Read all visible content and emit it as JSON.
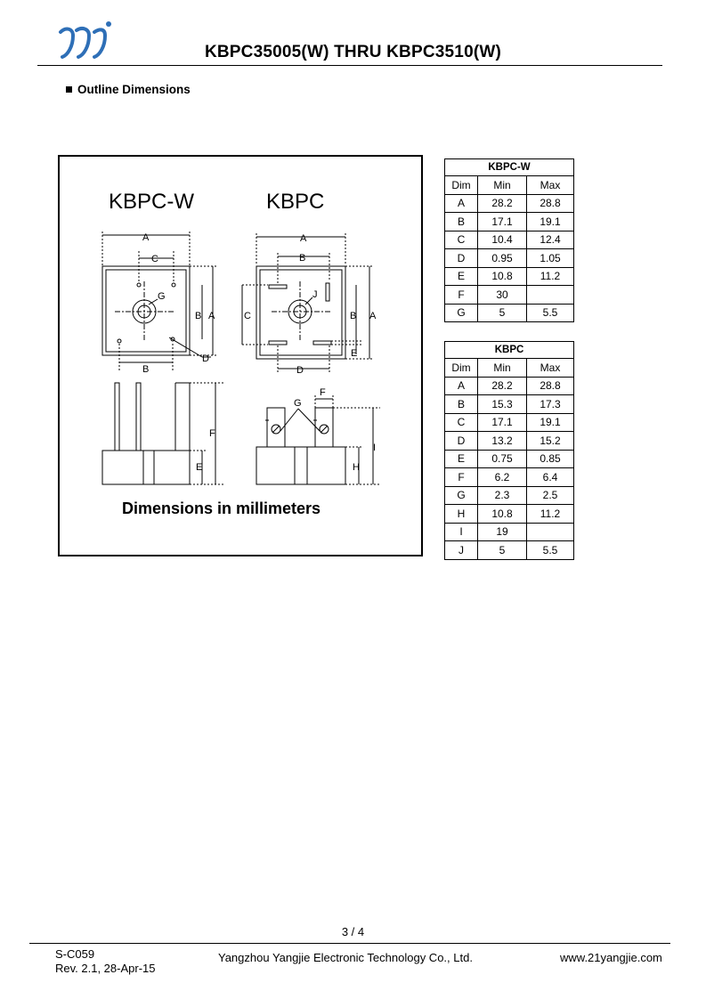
{
  "header": {
    "logo_text": "YJ",
    "title": "KBPC35005(W) THRU KBPC3510(W)"
  },
  "section": {
    "heading": "Outline Dimensions"
  },
  "drawing": {
    "title_left": "KBPC-W",
    "title_right": "KBPC",
    "caption": "Dimensions in millimeters",
    "labels_left": {
      "A": "A",
      "B": "B",
      "C": "C",
      "D": "D",
      "E": "E",
      "F": "F",
      "G": "G"
    },
    "labels_right": {
      "A": "A",
      "B": "B",
      "C": "C",
      "D": "D",
      "E": "E",
      "F": "F",
      "G": "G",
      "H": "H",
      "I": "I",
      "J": "J"
    }
  },
  "tables": {
    "kbpcw": {
      "caption": "KBPC-W",
      "headers": [
        "Dim",
        "Min",
        "Max"
      ],
      "rows": [
        [
          "A",
          "28.2",
          "28.8"
        ],
        [
          "B",
          "17.1",
          "19.1"
        ],
        [
          "C",
          "10.4",
          "12.4"
        ],
        [
          "D",
          "0.95",
          "1.05"
        ],
        [
          "E",
          "10.8",
          "11.2"
        ],
        [
          "F",
          "30",
          ""
        ],
        [
          "G",
          "5",
          "5.5"
        ]
      ]
    },
    "kbpc": {
      "caption": "KBPC",
      "headers": [
        "Dim",
        "Min",
        "Max"
      ],
      "rows": [
        [
          "A",
          "28.2",
          "28.8"
        ],
        [
          "B",
          "15.3",
          "17.3"
        ],
        [
          "C",
          "17.1",
          "19.1"
        ],
        [
          "D",
          "13.2",
          "15.2"
        ],
        [
          "E",
          "0.75",
          "0.85"
        ],
        [
          "F",
          "6.2",
          "6.4"
        ],
        [
          "G",
          "2.3",
          "2.5"
        ],
        [
          "H",
          "10.8",
          "11.2"
        ],
        [
          "I",
          "19",
          ""
        ],
        [
          "J",
          "5",
          "5.5"
        ]
      ]
    }
  },
  "footer": {
    "page_number": "3 / 4",
    "doc_code": "S-C059",
    "revision": "Rev. 2.1, 28-Apr-15",
    "company": "Yangzhou Yangjie Electronic Technology Co., Ltd.",
    "website": "www.21yangjie.com"
  },
  "colors": {
    "logo": "#2e6fb7",
    "text": "#000000"
  }
}
